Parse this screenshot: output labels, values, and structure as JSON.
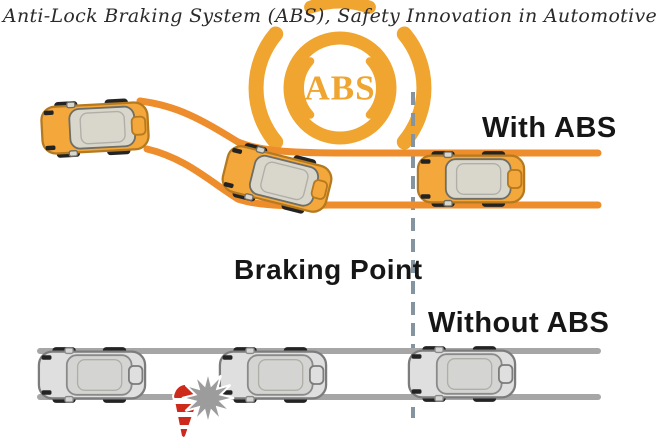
{
  "title": "Anti-Lock Braking System (ABS), Safety Innovation in Automotive",
  "logo": {
    "label": "ABS",
    "icon": "abs-warning-icon"
  },
  "labels": {
    "with_abs": "With ABS",
    "braking_point": "Braking Point",
    "without_abs": "Without ABS"
  },
  "scenes": {
    "with_abs": {
      "label": "With ABS",
      "cars": 3,
      "path_shape": "swerve-then-straight",
      "car_color_name": "yellow"
    },
    "without_abs": {
      "label": "Without ABS",
      "cars": 3,
      "path_shape": "straight",
      "car_color_name": "gray",
      "obstacle": "crash"
    }
  },
  "icons": {
    "abs_logo": "abs-warning-icon",
    "crash": "crash-starburst-icon",
    "cone": "traffic-cone-icon",
    "braking_line": "dashed-braking-point-line"
  },
  "colors": {
    "logo_orange": "#EFA52F",
    "track_orange": "#EE8D2B",
    "track_gray": "#A6A6A6",
    "dashed_line": "#8495A1",
    "car_yellow": "#F4A73B",
    "car_gray": "#DFDFDF",
    "crash_gray": "#9C9C9C",
    "cone_red": "#CE2A1C",
    "text_dark": "#161616",
    "title_color": "#2B2B2B"
  }
}
